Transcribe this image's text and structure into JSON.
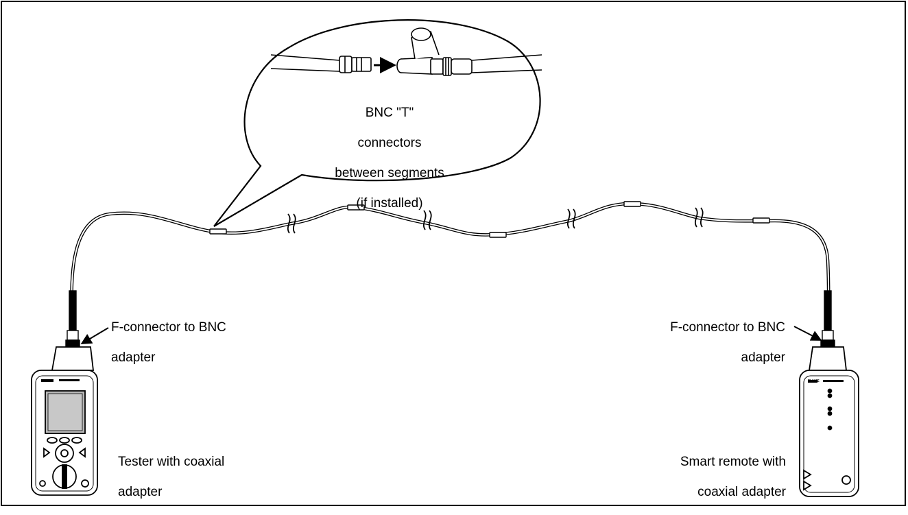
{
  "callout": {
    "line1": "BNC \"T\"",
    "line2": "connectors",
    "line3": "between segments",
    "line4": "(if installed)"
  },
  "left_adapter": {
    "line1": "F-connector to BNC",
    "line2": "adapter"
  },
  "right_adapter": {
    "line1": "F-connector to BNC",
    "line2": "adapter"
  },
  "tester": {
    "line1": "Tester with coaxial",
    "line2": "adapter"
  },
  "remote": {
    "line1": "Smart remote with",
    "line2": "coaxial adapter"
  },
  "device_logo": "FLUKE",
  "colors": {
    "line": "#000000",
    "fill": "#ffffff",
    "screen": "#b8b8b8"
  }
}
